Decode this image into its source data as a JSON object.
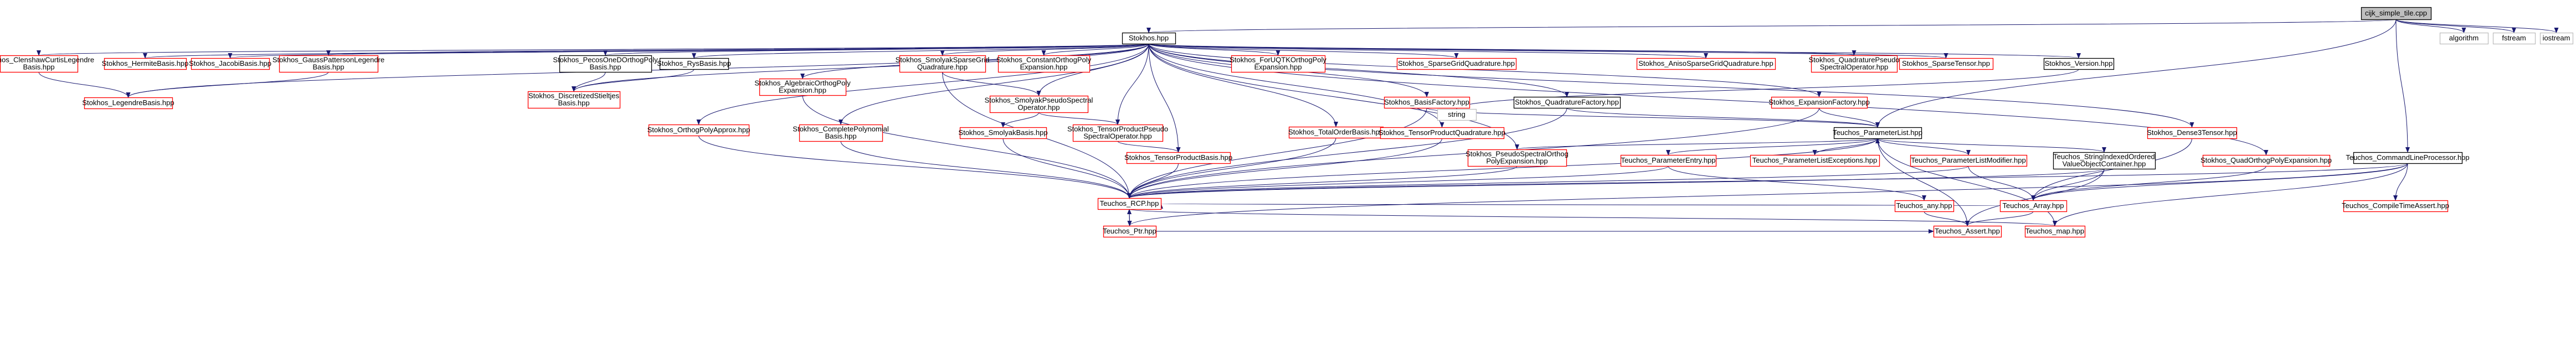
{
  "graph": {
    "nodes": [
      {
        "id": "root",
        "label": "cijk_simple_tile.cpp",
        "style": "root"
      },
      {
        "id": "stokhos",
        "label": "Stokhos.hpp",
        "style": "black"
      },
      {
        "id": "algorithm",
        "label": "algorithm",
        "style": "gray"
      },
      {
        "id": "fstream",
        "label": "fstream",
        "style": "gray"
      },
      {
        "id": "iostream",
        "label": "iostream",
        "style": "gray"
      },
      {
        "id": "string",
        "label": "string",
        "style": "gray"
      },
      {
        "id": "cc_leg",
        "label": "Stokhos_ClenshawCurtisLegendre\nBasis.hpp",
        "style": "red"
      },
      {
        "id": "hermite",
        "label": "Stokhos_HermiteBasis.hpp",
        "style": "red"
      },
      {
        "id": "jacobi",
        "label": "Stokhos_JacobiBasis.hpp",
        "style": "red"
      },
      {
        "id": "gp_leg",
        "label": "Stokhos_GaussPattersonLegendre\nBasis.hpp",
        "style": "red"
      },
      {
        "id": "pecos",
        "label": "Stokhos_PecosOneDOrthogPoly\nBasis.hpp",
        "style": "black"
      },
      {
        "id": "rys",
        "label": "Stokhos_RysBasis.hpp",
        "style": "black"
      },
      {
        "id": "alg_orth",
        "label": "Stokhos_AlgebraicOrthogPoly\nExpansion.hpp",
        "style": "red"
      },
      {
        "id": "smolyak_sg",
        "label": "Stokhos_SmolyakSparseGrid\nQuadrature.hpp",
        "style": "red"
      },
      {
        "id": "const_orth",
        "label": "Stokhos_ConstantOrthogPoly\nExpansion.hpp",
        "style": "red"
      },
      {
        "id": "forucb",
        "label": "Stokhos_ForUQTKOrthogPoly\nExpansion.hpp",
        "style": "red"
      },
      {
        "id": "sg_quad",
        "label": "Stokhos_SparseGridQuadrature.hpp",
        "style": "red"
      },
      {
        "id": "anisosg",
        "label": "Stokhos_AnisoSparseGridQuadrature.hpp",
        "style": "red"
      },
      {
        "id": "quad_pseudo",
        "label": "Stokhos_QuadraturePseudo\nSpectralOperator.hpp",
        "style": "red"
      },
      {
        "id": "sparse_tensor",
        "label": "Stokhos_SparseTensor.hpp",
        "style": "red"
      },
      {
        "id": "version",
        "label": "Stokhos_Version.hpp",
        "style": "black"
      },
      {
        "id": "legendre",
        "label": "Stokhos_LegendreBasis.hpp",
        "style": "red"
      },
      {
        "id": "discretized",
        "label": "Stokhos_DiscretizedStieltjes\nBasis.hpp",
        "style": "red"
      },
      {
        "id": "smolyak_pseudo",
        "label": "Stokhos_SmolyakPseudoSpectral\nOperator.hpp",
        "style": "red"
      },
      {
        "id": "basis_factory",
        "label": "Stokhos_BasisFactory.hpp",
        "style": "red"
      },
      {
        "id": "quad_factory",
        "label": "Stokhos_QuadratureFactory.hpp",
        "style": "black"
      },
      {
        "id": "exp_factory",
        "label": "Stokhos_ExpansionFactory.hpp",
        "style": "red"
      },
      {
        "id": "orth_approx",
        "label": "Stokhos_OrthogPolyApprox.hpp",
        "style": "red"
      },
      {
        "id": "complete_poly",
        "label": "Stokhos_CompletePolynomial\nBasis.hpp",
        "style": "red"
      },
      {
        "id": "smolyak_basis",
        "label": "Stokhos_SmolyakBasis.hpp",
        "style": "red"
      },
      {
        "id": "tp_pseudo",
        "label": "Stokhos_TensorProductPseudo\nSpectralOperator.hpp",
        "style": "red"
      },
      {
        "id": "total_order",
        "label": "Stokhos_TotalOrderBasis.hpp",
        "style": "red"
      },
      {
        "id": "tp_quad",
        "label": "Stokhos_TensorProductQuadrature.hpp",
        "style": "red"
      },
      {
        "id": "param_list",
        "label": "Teuchos_ParameterList.hpp",
        "style": "black"
      },
      {
        "id": "dense_tensor",
        "label": "Stokhos_Dense3Tensor.hpp",
        "style": "red"
      },
      {
        "id": "tp_basis",
        "label": "Stokhos_TensorProductBasis.hpp",
        "style": "red"
      },
      {
        "id": "pseudo_orth",
        "label": "Stokhos_PseudoSpectralOrthog\nPolyExpansion.hpp",
        "style": "red"
      },
      {
        "id": "param_entry",
        "label": "Teuchos_ParameterEntry.hpp",
        "style": "red"
      },
      {
        "id": "param_except",
        "label": "Teuchos_ParameterListExceptions.hpp",
        "style": "red"
      },
      {
        "id": "param_modifier",
        "label": "Teuchos_ParameterListModifier.hpp",
        "style": "red"
      },
      {
        "id": "string_indexed",
        "label": "Teuchos_StringIndexedOrdered\nValueObjectContainer.hpp",
        "style": "black"
      },
      {
        "id": "quad_orth",
        "label": "Stokhos_QuadOrthogPolyExpansion.hpp",
        "style": "red"
      },
      {
        "id": "cmdline",
        "label": "Teuchos_CommandLineProcessor.hpp",
        "style": "black"
      },
      {
        "id": "rcp",
        "label": "Teuchos_RCP.hpp",
        "style": "red"
      },
      {
        "id": "any",
        "label": "Teuchos_any.hpp",
        "style": "red"
      },
      {
        "id": "array",
        "label": "Teuchos_Array.hpp",
        "style": "red"
      },
      {
        "id": "compile_assert",
        "label": "Teuchos_CompileTimeAssert.hpp",
        "style": "red"
      },
      {
        "id": "ptr",
        "label": "Teuchos_Ptr.hpp",
        "style": "red"
      },
      {
        "id": "assert",
        "label": "Teuchos_Assert.hpp",
        "style": "red"
      },
      {
        "id": "map",
        "label": "Teuchos_map.hpp",
        "style": "red"
      }
    ],
    "edges": [
      [
        "root",
        "stokhos"
      ],
      [
        "root",
        "algorithm"
      ],
      [
        "root",
        "fstream"
      ],
      [
        "root",
        "iostream"
      ],
      [
        "root",
        "param_list"
      ],
      [
        "root",
        "cmdline"
      ],
      [
        "stokhos",
        "cc_leg"
      ],
      [
        "stokhos",
        "hermite"
      ],
      [
        "stokhos",
        "jacobi"
      ],
      [
        "stokhos",
        "gp_leg"
      ],
      [
        "stokhos",
        "pecos"
      ],
      [
        "stokhos",
        "rys"
      ],
      [
        "stokhos",
        "alg_orth"
      ],
      [
        "stokhos",
        "smolyak_sg"
      ],
      [
        "stokhos",
        "const_orth"
      ],
      [
        "stokhos",
        "forucb"
      ],
      [
        "stokhos",
        "sg_quad"
      ],
      [
        "stokhos",
        "anisosg"
      ],
      [
        "stokhos",
        "quad_pseudo"
      ],
      [
        "stokhos",
        "sparse_tensor"
      ],
      [
        "stokhos",
        "version"
      ],
      [
        "stokhos",
        "legendre"
      ],
      [
        "stokhos",
        "discretized"
      ],
      [
        "stokhos",
        "smolyak_pseudo"
      ],
      [
        "stokhos",
        "basis_factory"
      ],
      [
        "stokhos",
        "quad_factory"
      ],
      [
        "stokhos",
        "exp_factory"
      ],
      [
        "stokhos",
        "orth_approx"
      ],
      [
        "stokhos",
        "complete_poly"
      ],
      [
        "stokhos",
        "tp_pseudo"
      ],
      [
        "stokhos",
        "total_order"
      ],
      [
        "stokhos",
        "tp_quad"
      ],
      [
        "stokhos",
        "tp_basis"
      ],
      [
        "stokhos",
        "dense_tensor"
      ],
      [
        "stokhos",
        "pseudo_orth"
      ],
      [
        "stokhos",
        "quad_orth"
      ],
      [
        "cc_leg",
        "legendre"
      ],
      [
        "gp_leg",
        "legendre"
      ],
      [
        "rys",
        "discretized"
      ],
      [
        "pecos",
        "discretized"
      ],
      [
        "smolyak_sg",
        "smolyak_pseudo"
      ],
      [
        "smolyak_sg",
        "rcp"
      ],
      [
        "smolyak_pseudo",
        "smolyak_basis"
      ],
      [
        "smolyak_pseudo",
        "tp_pseudo"
      ],
      [
        "smolyak_basis",
        "rcp"
      ],
      [
        "tp_pseudo",
        "tp_basis"
      ],
      [
        "tp_basis",
        "rcp"
      ],
      [
        "alg_orth",
        "rcp"
      ],
      [
        "orth_approx",
        "rcp"
      ],
      [
        "complete_poly",
        "rcp"
      ],
      [
        "total_order",
        "rcp"
      ],
      [
        "basis_factory",
        "param_list"
      ],
      [
        "basis_factory",
        "rcp"
      ],
      [
        "quad_factory",
        "param_list"
      ],
      [
        "quad_factory",
        "rcp"
      ],
      [
        "exp_factory",
        "param_list"
      ],
      [
        "exp_factory",
        "rcp"
      ],
      [
        "tp_quad",
        "rcp"
      ],
      [
        "pseudo_orth",
        "rcp"
      ],
      [
        "pseudo_orth",
        "param_list"
      ],
      [
        "version",
        "string"
      ],
      [
        "dense_tensor",
        "array"
      ],
      [
        "quad_orth",
        "array"
      ],
      [
        "param_list",
        "param_entry"
      ],
      [
        "param_list",
        "param_except"
      ],
      [
        "param_list",
        "param_modifier"
      ],
      [
        "param_list",
        "string_indexed"
      ],
      [
        "param_list",
        "rcp"
      ],
      [
        "param_list",
        "map"
      ],
      [
        "param_list",
        "assert"
      ],
      [
        "param_entry",
        "any"
      ],
      [
        "param_entry",
        "rcp"
      ],
      [
        "param_modifier",
        "rcp"
      ],
      [
        "param_modifier",
        "array"
      ],
      [
        "string_indexed",
        "array"
      ],
      [
        "string_indexed",
        "rcp"
      ],
      [
        "string_indexed",
        "assert"
      ],
      [
        "cmdline",
        "rcp"
      ],
      [
        "cmdline",
        "array"
      ],
      [
        "cmdline",
        "compile_assert"
      ],
      [
        "cmdline",
        "map"
      ],
      [
        "cmdline",
        "ptr"
      ],
      [
        "rcp",
        "ptr"
      ],
      [
        "rcp",
        "map"
      ],
      [
        "ptr",
        "rcp"
      ],
      [
        "ptr",
        "assert"
      ],
      [
        "any",
        "assert"
      ],
      [
        "array",
        "assert"
      ],
      [
        "array",
        "rcp"
      ]
    ]
  },
  "colors": {
    "edge": "#191970",
    "red_border": "#ff0000",
    "black_border": "#000000",
    "gray_border": "#bfbfbf",
    "root_fill": "#bfbfbf",
    "text": "#000000"
  }
}
